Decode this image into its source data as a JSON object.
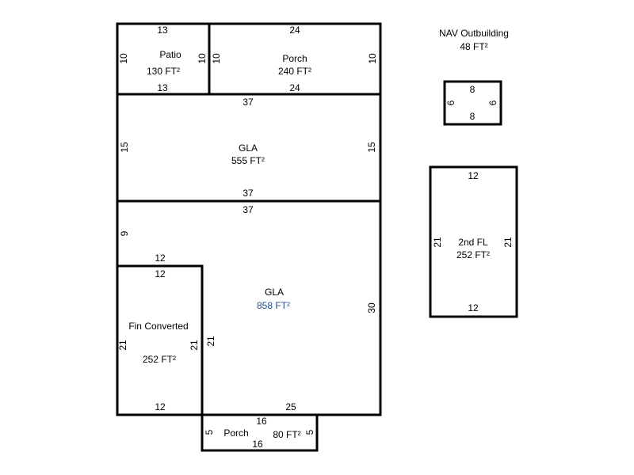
{
  "rooms": {
    "patio": {
      "name": "Patio",
      "area": "130 FT²",
      "top": "13",
      "bottom": "13",
      "left": "10",
      "right": "10"
    },
    "porch_top": {
      "name": "Porch",
      "area": "240 FT²",
      "top": "24",
      "bottom": "24",
      "left": "10",
      "right": "10"
    },
    "gla_upper": {
      "name": "GLA",
      "area": "555 FT²",
      "top": "37",
      "bottom": "37",
      "left": "15",
      "right": "15"
    },
    "gla_lower": {
      "name": "GLA",
      "area": "858 FT²",
      "top": "37",
      "left_upper": "9",
      "step_top": "12",
      "right": "30",
      "bottom": "25",
      "inner_side": "21"
    },
    "fin_converted": {
      "name": "Fin Converted",
      "area": "252 FT²",
      "top": "12",
      "bottom": "12",
      "left": "21",
      "right": "21"
    },
    "porch_bottom": {
      "name": "Porch",
      "area": "80 FT²",
      "top": "16",
      "bottom": "16",
      "left": "5",
      "right": "5"
    },
    "nav_outbuilding": {
      "name": "NAV Outbuilding",
      "area": "48 FT²",
      "top": "8",
      "bottom": "8",
      "left": "6",
      "right": "6"
    },
    "second_floor": {
      "name": "2nd FL",
      "area": "252 FT²",
      "top": "12",
      "bottom": "12",
      "left": "21",
      "right": "21"
    }
  },
  "colors": {
    "line": "#000000",
    "highlight_area": "#1f4f8f"
  }
}
